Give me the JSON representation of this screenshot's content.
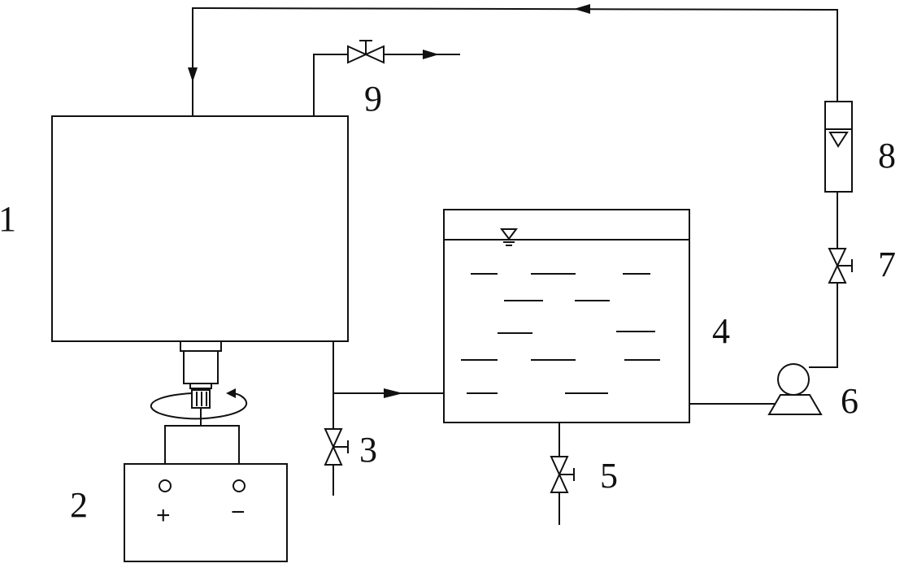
{
  "labels": {
    "reactor": "1",
    "power_supply": "2",
    "drain_valve_reactor": "3",
    "water_tank": "4",
    "drain_valve_tank": "5",
    "pump": "6",
    "valve_pump": "7",
    "flowmeter": "8",
    "outlet_valve": "9"
  },
  "power": {
    "plus": "+",
    "minus": "−"
  }
}
